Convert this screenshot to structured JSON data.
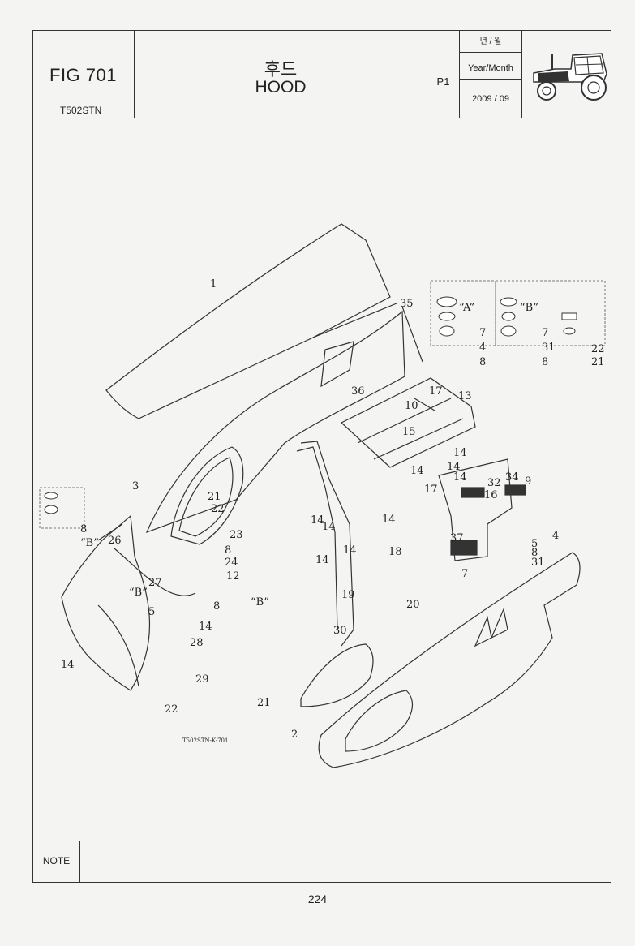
{
  "header": {
    "fig": "FIG 701",
    "model": "T502STN",
    "title_ko": "후드",
    "title_en": "HOOD",
    "page_code": "P1",
    "date_label_ko": "년 / 월",
    "date_label_en": "Year/Month",
    "date_value": "2009 / 09"
  },
  "diagram": {
    "drawing_code": "T502STN-K-701",
    "detail_a": "“A”",
    "detail_b": "“B”",
    "callouts": [
      "1",
      "35",
      "7",
      "4",
      "8",
      "7",
      "31",
      "22",
      "8",
      "21",
      "36",
      "17",
      "13",
      "10",
      "15",
      "14",
      "14",
      "14",
      "14",
      "32",
      "34",
      "9",
      "17",
      "16",
      "3",
      "21",
      "22",
      "23",
      "14",
      "14",
      "14",
      "14",
      "18",
      "14",
      "37",
      "7",
      "4",
      "5",
      "8",
      "31",
      "8",
      "“B”",
      "26",
      "8",
      "24",
      "12",
      "“B”",
      "27",
      "5",
      "8",
      "“B”",
      "14",
      "28",
      "14",
      "19",
      "20",
      "30",
      "29",
      "22",
      "21",
      "2"
    ]
  },
  "note_label": "NOTE",
  "page_number": "224"
}
